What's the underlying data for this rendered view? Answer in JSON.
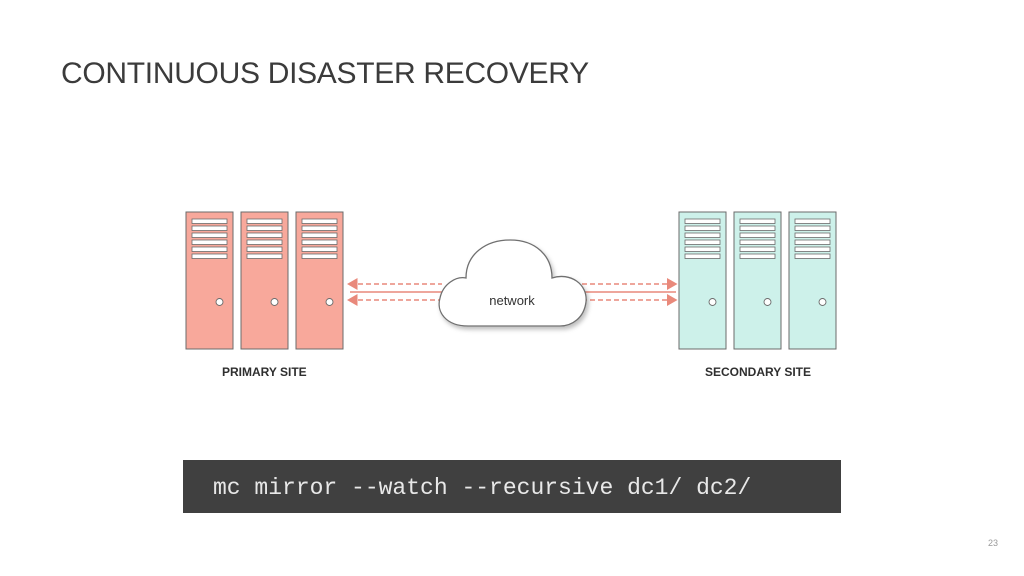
{
  "slide": {
    "title": "CONTINUOUS DISASTER RECOVERY",
    "page_number": "23"
  },
  "diagram": {
    "primary_site_label": "PRIMARY SITE",
    "secondary_site_label": "SECONDARY SITE",
    "network_label": "network",
    "primary_color": "#f8a89b",
    "secondary_color": "#cdf1ea",
    "link_color": "#e9897b"
  },
  "command": {
    "text": "mc mirror --watch --recursive dc1/ dc2/"
  }
}
